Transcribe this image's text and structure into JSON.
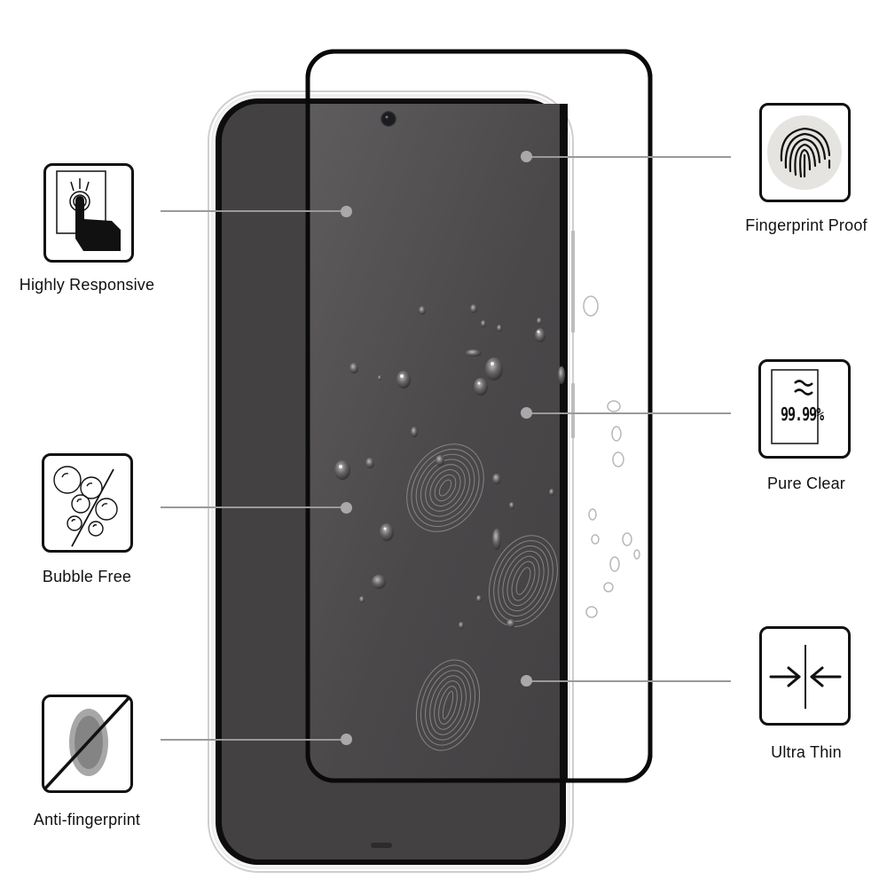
{
  "product": {
    "type": "screen-protector-feature-infographic",
    "colors": {
      "background": "#ffffff",
      "phone_screen": "#434142",
      "phone_bezel": "#0d0d0d",
      "phone_frame": "#d8d8d8",
      "protector_border": "#0a0a0a",
      "callout_line": "#9a9a9a",
      "callout_dot": "#a9a9a9",
      "icon_stroke": "#111111"
    }
  },
  "features_left": [
    {
      "label": "Highly Responsive",
      "icon": "touch-hand-icon"
    },
    {
      "label": "Bubble Free",
      "icon": "bubble-free-icon"
    },
    {
      "label": "Anti-fingerprint",
      "icon": "anti-fingerprint-icon"
    }
  ],
  "features_right": [
    {
      "label": "Fingerprint Proof",
      "icon": "fingerprint-icon"
    },
    {
      "label": "Pure Clear",
      "icon": "clarity-icon",
      "icon_text": "99.99%"
    },
    {
      "label": "Ultra Thin",
      "icon": "ultra-thin-arrows-icon"
    }
  ]
}
